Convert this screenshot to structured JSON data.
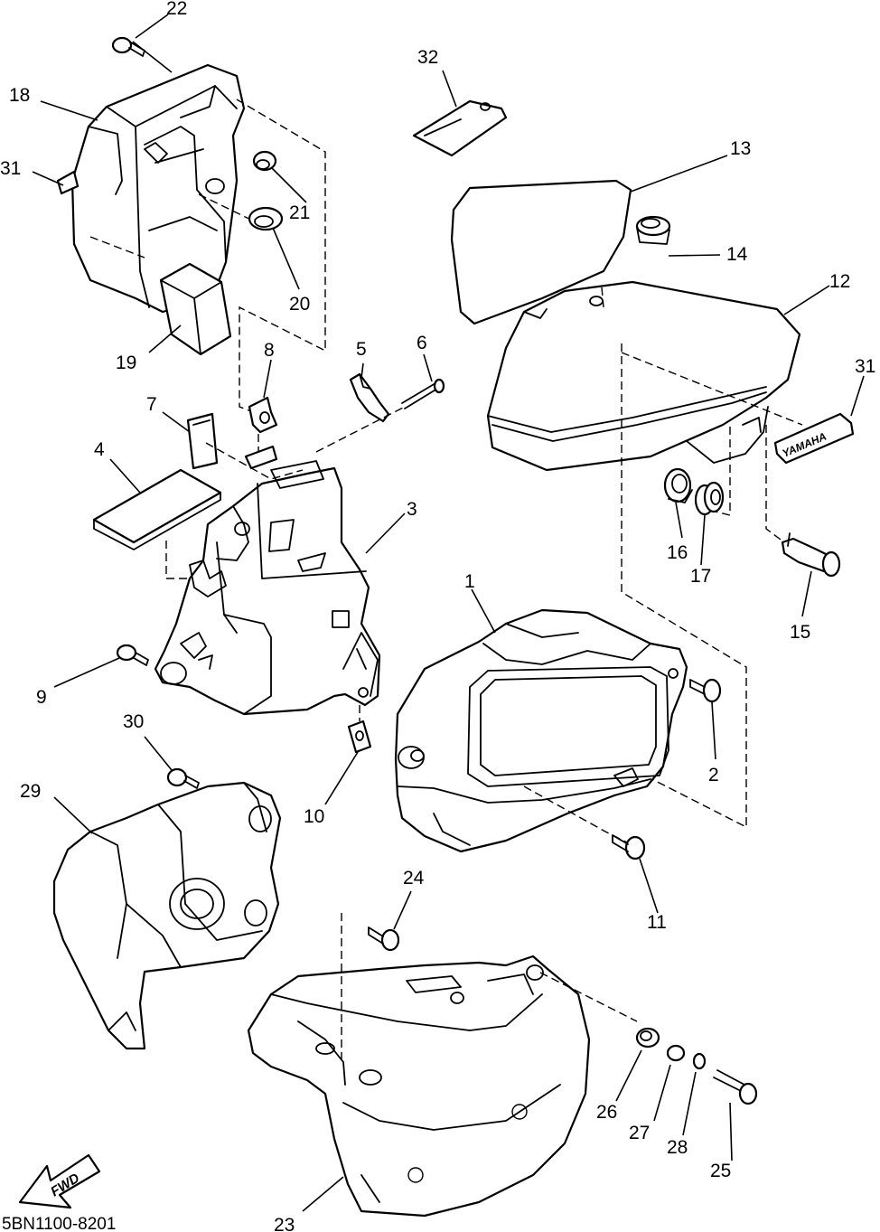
{
  "drawing_code": "5BN1100-8201",
  "direction_label": "FWD",
  "brand_tag": "YAMAHA",
  "callouts": {
    "c1": "1",
    "c2": "2",
    "c3": "3",
    "c4": "4",
    "c5": "5",
    "c6": "6",
    "c7": "7",
    "c8": "8",
    "c9": "9",
    "c10": "10",
    "c11": "11",
    "c12": "12",
    "c13": "13",
    "c14": "14",
    "c15": "15",
    "c16": "16",
    "c17": "17",
    "c18": "18",
    "c19": "19",
    "c20": "20",
    "c21": "21",
    "c22": "22",
    "c23": "23",
    "c24": "24",
    "c25": "25",
    "c26": "26",
    "c27": "27",
    "c28": "28",
    "c29": "29",
    "c30": "30",
    "c31a": "31",
    "c31b": "31",
    "c32": "32"
  }
}
